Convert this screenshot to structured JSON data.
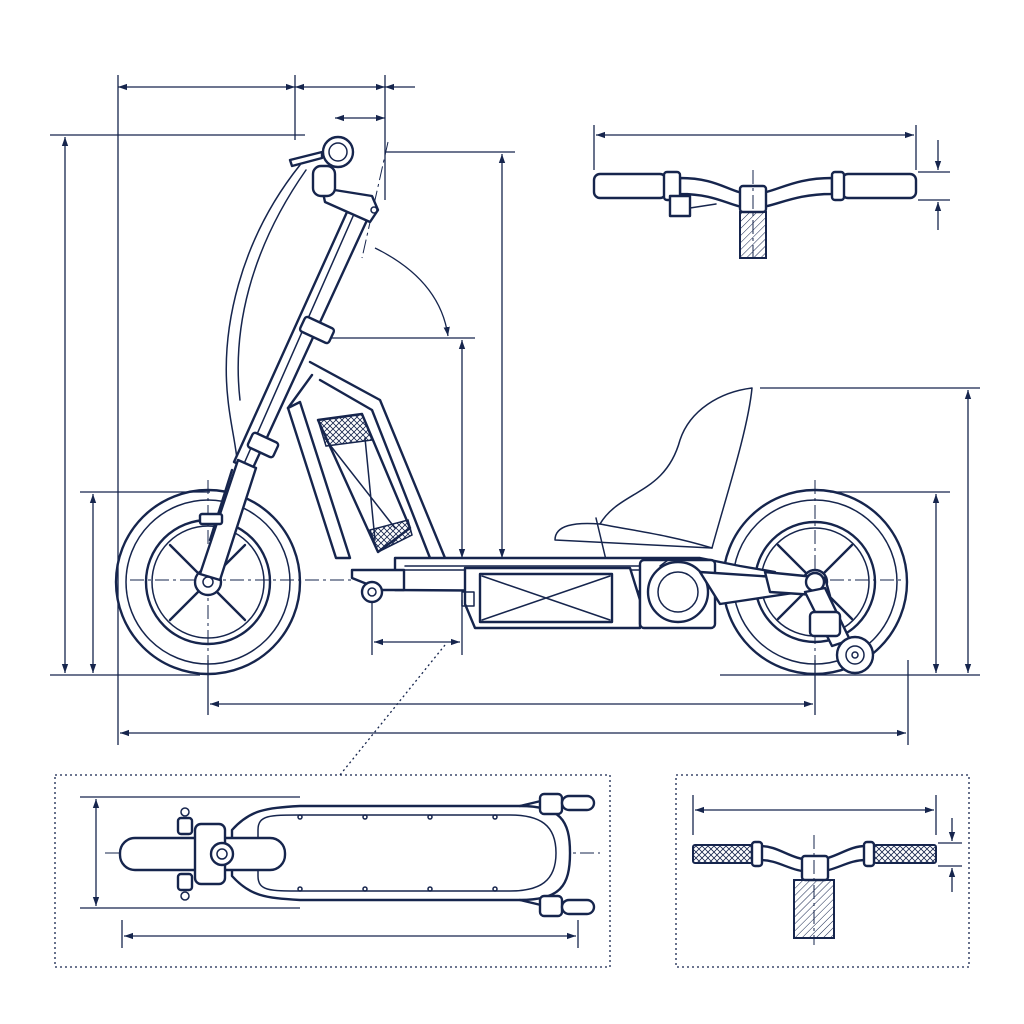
{
  "drawing": {
    "background": "#ffffff",
    "line_color": "#16254d",
    "views": [
      "side-elevation",
      "handlebar-front-view",
      "deck-top-view",
      "handlebar-detail-view"
    ]
  }
}
